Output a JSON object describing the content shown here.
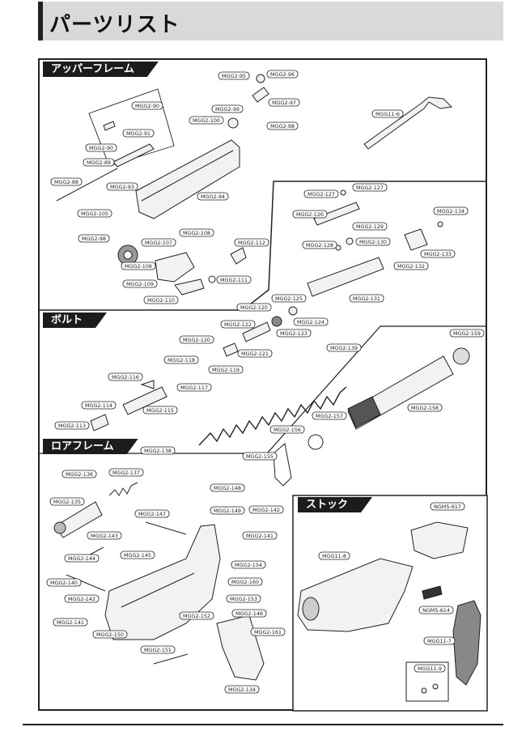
{
  "title": "パーツリスト",
  "sections": {
    "upper": "アッパーフレーム",
    "bolt": "ボルト",
    "lower": "ロアフレーム",
    "stock": "ストック"
  },
  "parts": [
    "MGG2-95",
    "MGG2-96",
    "MGG2-97",
    "MGG2-98",
    "MGG2-99",
    "MGG2-100",
    "MGG11-6",
    "MGG2-90",
    "MGG2-91",
    "MGG2-90",
    "MGG2-89",
    "MGG2-88",
    "MGG2-93",
    "MGG2-94",
    "MGG2-105",
    "MGG2-98",
    "MGG2-107",
    "MGG2-108",
    "MGG2-106",
    "MGG2-112",
    "MGG2-109",
    "MGG2-111",
    "MGG2-110",
    "MGG2-127",
    "MGG2-127",
    "MGG2-134",
    "MGG2-126",
    "MGG2-129",
    "MGG2-130",
    "MGG2-128",
    "MGG2-133",
    "MGG2-132",
    "MGG2-131",
    "MGG2-125",
    "MGG2-120",
    "MGG2-124",
    "MGG2-122",
    "MGG2-123",
    "MGG2-120",
    "MGG2-121",
    "MGG2-118",
    "MGG2-119",
    "MGG2-116",
    "MGG2-117",
    "MGG2-114",
    "MGG2-115",
    "MGG2-113",
    "MGG2-139",
    "MGG2-159",
    "MGG2-158",
    "MGG2-157",
    "MGG2-156",
    "MGG2-138",
    "MGG2-155",
    "MGG2-136",
    "MGG2-137",
    "MGG2-148",
    "MGG2-135",
    "MGG2-149",
    "MGG2-142",
    "MGG2-147",
    "MGG2-141",
    "MGG2-143",
    "MGG2-145",
    "MGG2-144",
    "MGG2-154",
    "MGG2-140",
    "MGG2-160",
    "MGG2-142",
    "MGG2-153",
    "MGG2-141",
    "MGG2-152",
    "MGG2-146",
    "MGG2-150",
    "MGG2-161",
    "MGG2-151",
    "MGG2-134",
    "NGM5-617",
    "MGG11-8",
    "NGM5-614",
    "MGG11-7",
    "MGG11-9"
  ]
}
